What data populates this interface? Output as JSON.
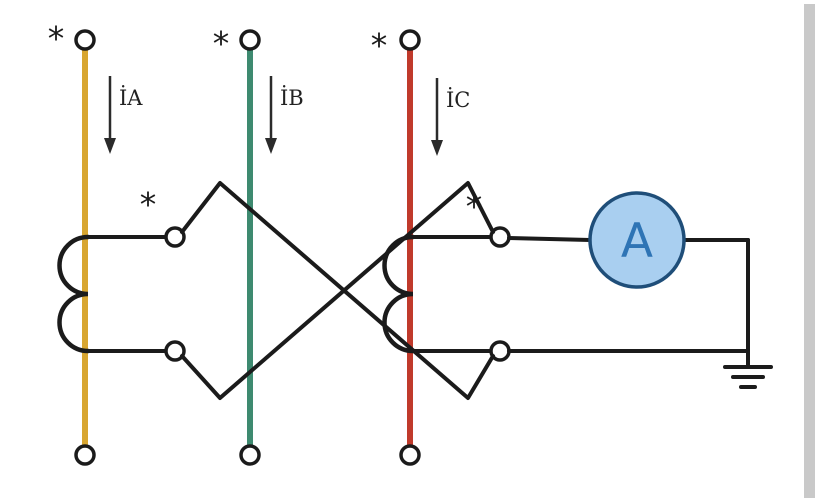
{
  "phases": [
    {
      "id": "A",
      "label": "İA",
      "color": "#d8a631"
    },
    {
      "id": "B",
      "label": "İB",
      "color": "#3e8a70"
    },
    {
      "id": "C",
      "label": "İC",
      "color": "#c03a2b"
    }
  ],
  "polarity_marker": "*",
  "ammeter": {
    "label": "A",
    "fill": "#a9cff0",
    "label_color": "#2e74b5"
  }
}
